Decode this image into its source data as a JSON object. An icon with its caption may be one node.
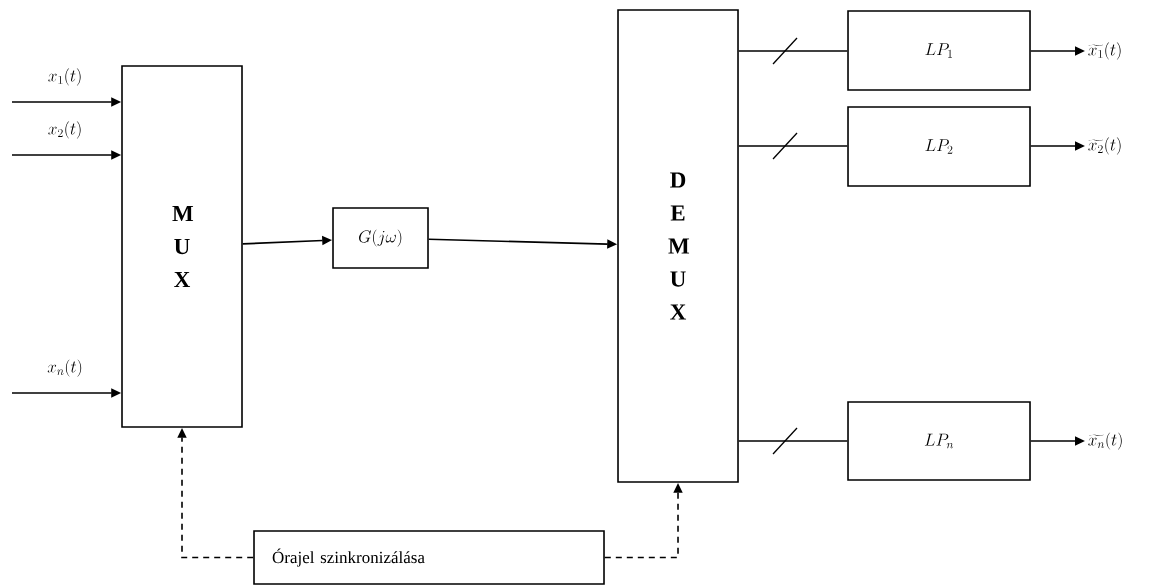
{
  "diagram": {
    "nodes": [
      {
        "text": [
          "M U X"
        ]
      },
      {
        "text": [
          "G(j\\omega)"
        ]
      },
      {
        "text": [
          "D E M U X"
        ]
      },
      {
        "text": [
          "LP_1"
        ]
      },
      {
        "text": [
          "LP_2"
        ]
      },
      {
        "text": [
          "LP_n"
        ]
      },
      {
        "text": [
          "\\widetilde{x_1}(t)"
        ]
      },
      {
        "text": [
          "\\widetilde{x_2}(t)"
        ]
      },
      {
        "text": [
          "\\widetilde{x_n}(t)"
        ]
      },
      {
        "text": [
          "Órajel szinkronizálása"
        ]
      }
    ],
    "edges": [
      {
        "from": null,
        "to": 0,
        "arrow": "to",
        "label": "x_1(t)"
      },
      {
        "from": null,
        "to": 0,
        "arrow": "to",
        "label": "x_2(t)"
      },
      {
        "from": null,
        "to": 0,
        "arrow": "to",
        "label": "x_n(t)"
      },
      {
        "from": 0,
        "to": 1,
        "arrow": "to"
      },
      {
        "from": 1,
        "to": 2,
        "arrow": "to"
      },
      {
        "from": 2,
        "to": 3,
        "arrow": "none"
      },
      {
        "from": 2,
        "to": 4,
        "arrow": "none"
      },
      {
        "from": 2,
        "to": 5,
        "arrow": "none"
      },
      {
        "from": 3,
        "to": 6,
        "arrow": "to"
      },
      {
        "from": 4,
        "to": 7,
        "arrow": "to"
      },
      {
        "from": 5,
        "to": 8,
        "arrow": "to"
      },
      {
        "from": 9,
        "to": 0,
        "arrow": "to",
        "style": "dashed"
      },
      {
        "from": 9,
        "to": 2,
        "arrow": "to",
        "style": "dashed"
      }
    ]
  }
}
